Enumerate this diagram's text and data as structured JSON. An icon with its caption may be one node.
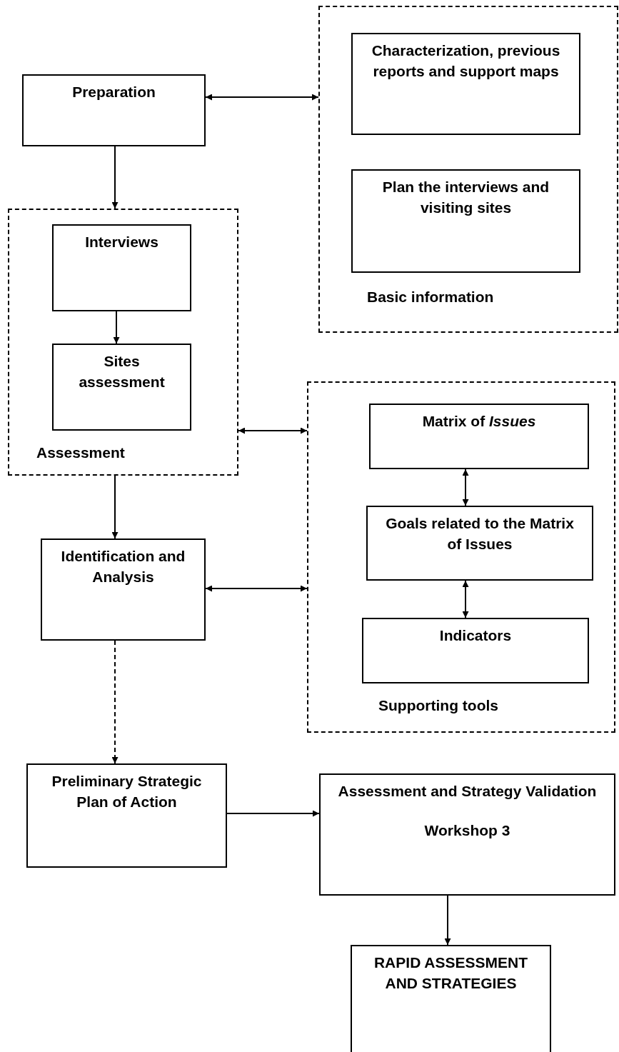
{
  "diagram": {
    "nodes": [
      {
        "text": [
          "Preparation"
        ]
      },
      {
        "text": [
          "Basic information"
        ]
      },
      {
        "text": [
          "Characterization, previous reports and support maps"
        ],
        "in": 1
      },
      {
        "text": [
          "Plan the interviews and visiting sites"
        ],
        "in": 1
      },
      {
        "text": [
          "Assessment"
        ]
      },
      {
        "text": [
          "Interviews"
        ],
        "in": 4
      },
      {
        "text": [
          "Sites assessment"
        ],
        "in": 4
      },
      {
        "text": [
          "Supporting tools"
        ]
      },
      {
        "text": [
          "Matrix of *Issues*"
        ],
        "in": 7
      },
      {
        "text": [
          "Goals related to the Matrix of Issues"
        ],
        "in": 7
      },
      {
        "text": [
          "Indicators"
        ],
        "in": 7
      },
      {
        "text": [
          "Identification and Analysis"
        ]
      },
      {
        "text": [
          "Preliminary Strategic Plan of Action"
        ]
      },
      {
        "text": [
          "Assessment and Strategy Validation",
          "Workshop 3"
        ]
      },
      {
        "text": [
          "RAPID ASSESSMENT AND STRATEGIES"
        ]
      }
    ],
    "edges": [
      {
        "from": 0,
        "to": 1,
        "arrow": "both"
      },
      {
        "from": 0,
        "to": 4,
        "arrow": "to"
      },
      {
        "from": 5,
        "to": 6,
        "arrow": "to"
      },
      {
        "from": 4,
        "to": 7,
        "arrow": "both"
      },
      {
        "from": 4,
        "to": 11,
        "arrow": "to"
      },
      {
        "from": 8,
        "to": 9,
        "arrow": "both"
      },
      {
        "from": 9,
        "to": 10,
        "arrow": "both"
      },
      {
        "from": 11,
        "to": 7,
        "arrow": "both"
      },
      {
        "from": 11,
        "to": 12,
        "arrow": "to",
        "style": "dashed"
      },
      {
        "from": 12,
        "to": 13,
        "arrow": "to"
      },
      {
        "from": 13,
        "to": 14,
        "arrow": "to"
      }
    ]
  }
}
